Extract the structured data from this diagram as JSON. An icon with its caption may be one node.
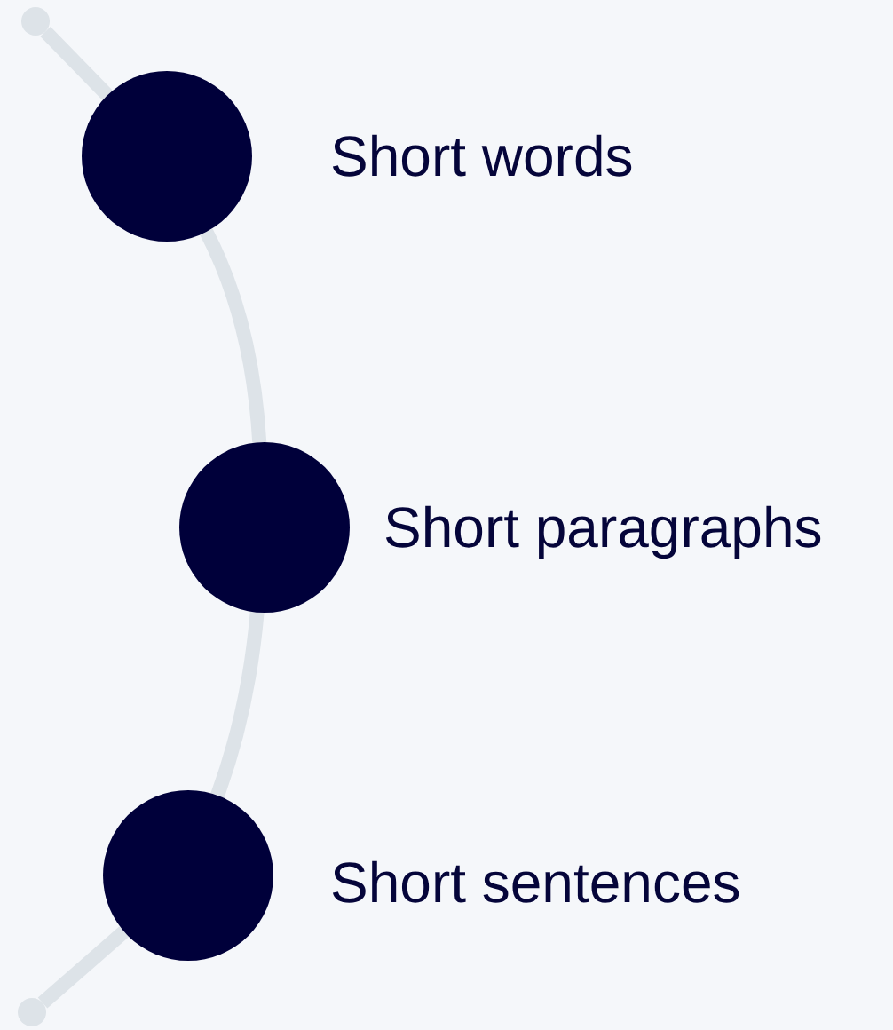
{
  "diagram": {
    "nodes": [
      {
        "text": [],
        "shape": "circle"
      },
      {
        "text": [],
        "shape": "circle",
        "beside": [
          "Short words"
        ]
      },
      {
        "text": [],
        "shape": "circle",
        "beside": [
          "Short paragraphs"
        ]
      },
      {
        "text": [],
        "shape": "circle",
        "beside": [
          "Short sentences"
        ]
      },
      {
        "text": [],
        "shape": "circle"
      }
    ],
    "edges": [
      {
        "from": 0,
        "to": 1,
        "arrow": "none"
      },
      {
        "from": 1,
        "to": 2,
        "arrow": "none"
      },
      {
        "from": 2,
        "to": 3,
        "arrow": "none"
      },
      {
        "from": 3,
        "to": 4,
        "arrow": "none"
      }
    ]
  }
}
